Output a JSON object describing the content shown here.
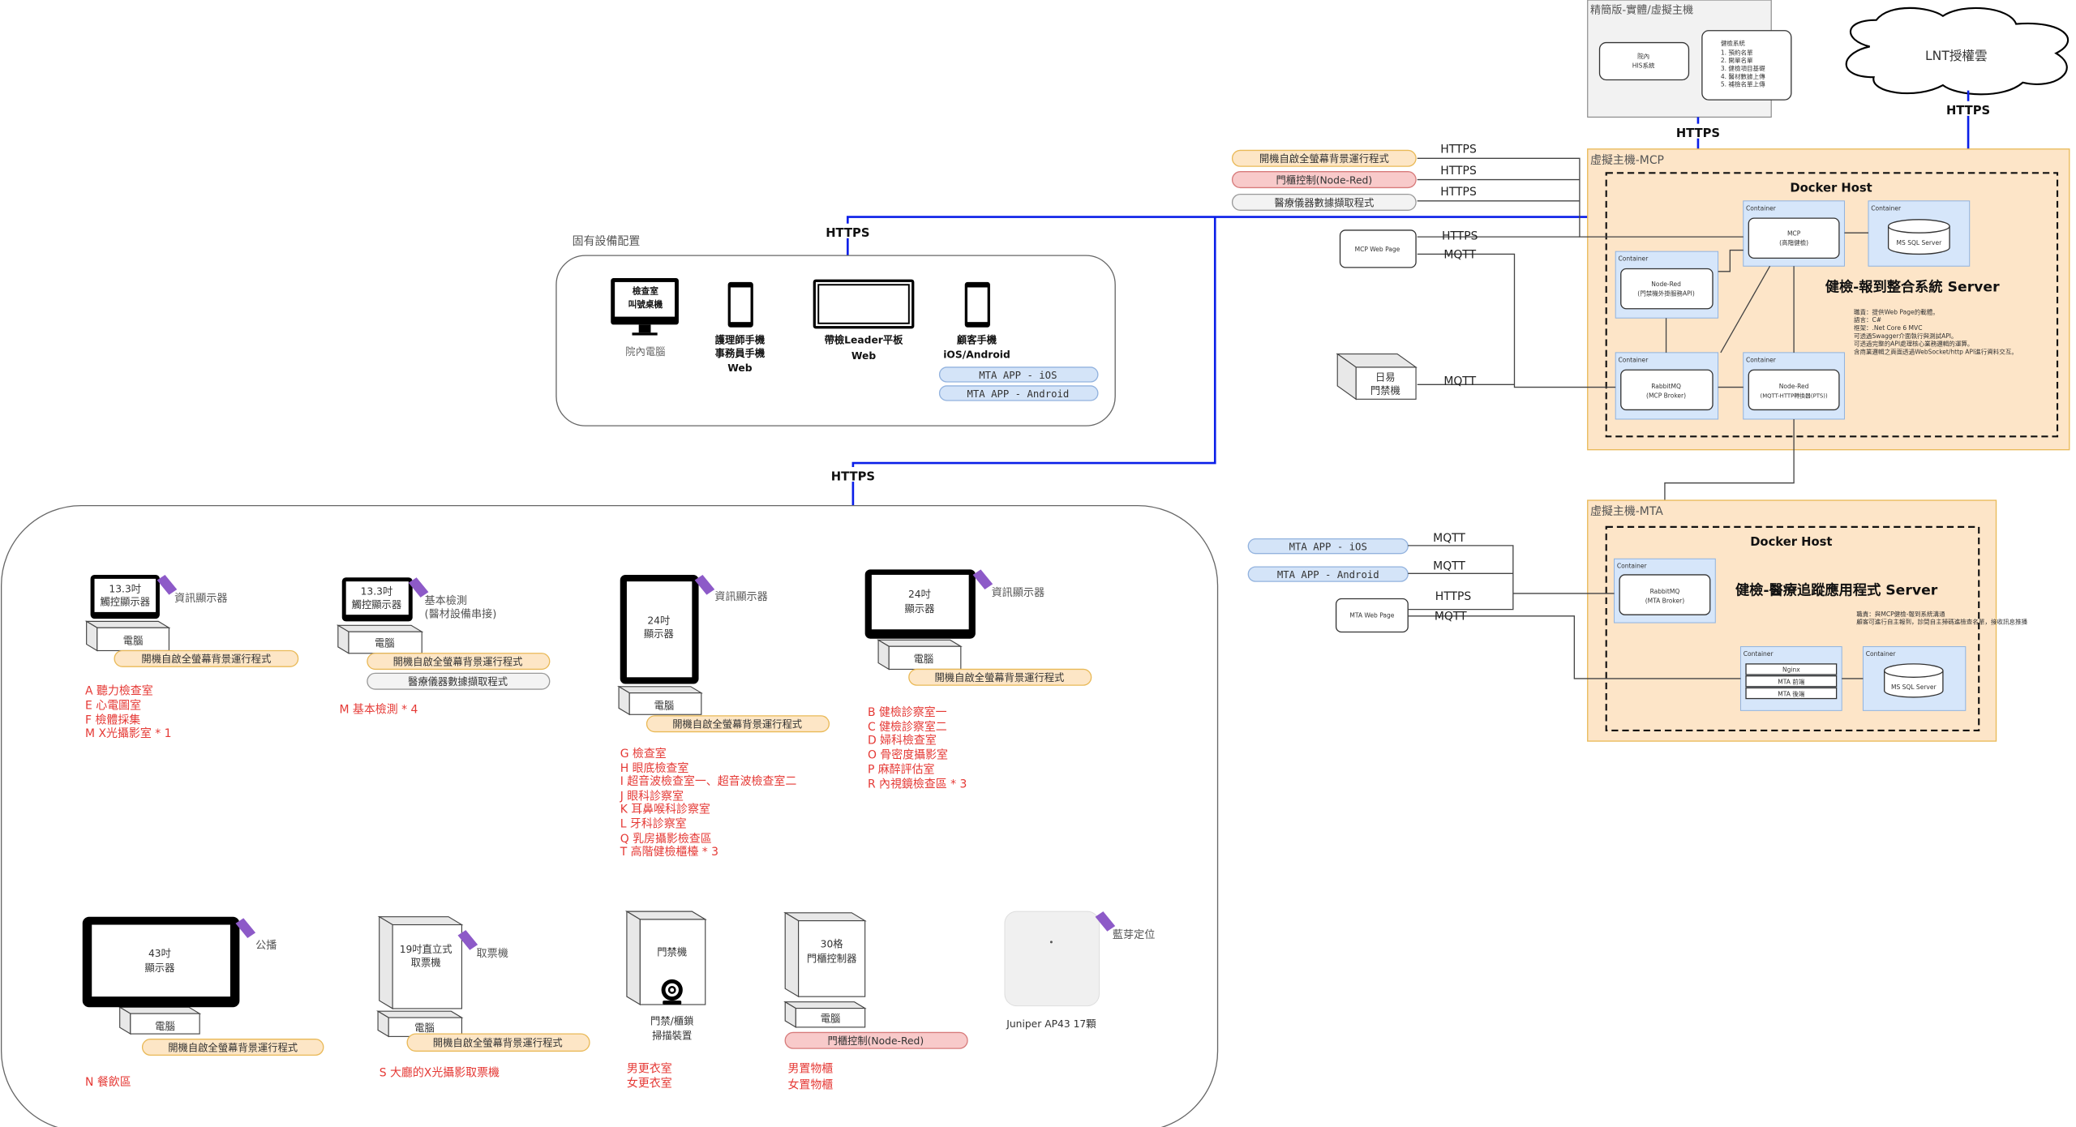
{
  "physical_host": {
    "title": "精簡版-實體/虛擬主機",
    "his": [
      "院內",
      "HIS系統"
    ],
    "health_system": [
      "健檢系統",
      "1. 預約名單",
      "2. 開單名單",
      "3. 健檢項目基礎",
      "4. 醫材數據上傳",
      "5. 補檢名單上傳"
    ],
    "protocol": "HTTPS"
  },
  "cloud": {
    "label": "LNT授權雲",
    "protocol": "HTTPS"
  },
  "mcp_host": {
    "title": "虛擬主機-MCP",
    "docker": "Docker Host",
    "container": "Container",
    "mcp": [
      "MCP",
      "(高階健檢)"
    ],
    "mssql": "MS SQL Server",
    "nodered_api": [
      "Node-Red",
      "(門禁機外掛服務API)"
    ],
    "rabbitmq": [
      "RabbitMQ",
      "(MCP Broker)"
    ],
    "nodered_pts": [
      "Node-Red",
      "(MQTT-HTTP轉換器(PTS))"
    ],
    "server_title": "健檢-報到整合系統 Server",
    "bullets": [
      "職責：提供Web Page的載體。",
      "語言：C#",
      "框架：.Net Core 6 MVC",
      "可透過Swagger介面執行與測試API。",
      "可透過完整的API處理核心業務邏輯的運算。",
      "含商業邏輯之頁面透過WebSocket/http API進行資料交互。"
    ]
  },
  "mcp_clients": {
    "apps": [
      "開機自啟全螢幕背景運行程式",
      "門櫃控制(Node-Red)",
      "醫療儀器數據擷取程式"
    ],
    "app_protocols": [
      "HTTPS",
      "HTTPS",
      "HTTPS"
    ],
    "web_page": "MCP Web Page",
    "web_protocols": [
      "HTTPS",
      "MQTT"
    ],
    "door": [
      "日易",
      "門禁機"
    ],
    "door_protocol": "MQTT"
  },
  "mta_host": {
    "title": "虛擬主機-MTA",
    "docker": "Docker Host",
    "container": "Container",
    "rabbitmq": [
      "RabbitMQ",
      "(MTA Broker)"
    ],
    "server_title": "健檢-醫療追蹤應用程式 Server",
    "bullets": [
      "職責：與MCP健檢-報到系統溝通",
      "顧客可進行自主報到，診間自主掃碼進檢查名單，接收訊息推播"
    ],
    "nginx": [
      "Nginx",
      "MTA 前端",
      "MTA 後端"
    ],
    "mssql": "MS SQL Server"
  },
  "mta_clients": {
    "apps": [
      "MTA APP - iOS",
      "MTA APP - Android"
    ],
    "web_page": "MTA Web Page",
    "protocols": [
      "MQTT",
      "MQTT",
      "HTTPS",
      "MQTT"
    ]
  },
  "fixed_equipment": {
    "title": "固有設備配置",
    "protocol_top": "HTTPS",
    "protocol_bottom": "HTTPS",
    "desk": [
      "檢查室",
      "叫號桌機"
    ],
    "desk_label": "院內電腦",
    "nurse_phone": [
      "護理師手機",
      "事務員手機",
      "Web"
    ],
    "tablet": [
      "帶檢Leader平板",
      "Web"
    ],
    "customer_phone": [
      "顧客手機",
      "iOS/Android"
    ],
    "apps": [
      "MTA APP - iOS",
      "MTA APP - Android"
    ]
  },
  "devices": {
    "pc": "電腦",
    "autostart": "開機自啟全螢幕背景運行程式",
    "medical": "醫療儀器數據擷取程式",
    "locker_ctl": "門櫃控制(Node-Red)",
    "d1": {
      "screen": [
        "13.3吋",
        "觸控顯示器"
      ],
      "tag": "資訊顯示器",
      "rooms": [
        "A 聽力檢查室",
        "E 心電圖室",
        "F 檢體採集",
        "M X光攝影室 * 1"
      ]
    },
    "d2": {
      "screen": [
        "13.3吋",
        "觸控顯示器"
      ],
      "tag": [
        "基本檢測",
        "(醫材設備串接)"
      ],
      "rooms": [
        "M 基本檢測 * 4"
      ]
    },
    "d3": {
      "screen": [
        "24吋",
        "顯示器"
      ],
      "tag": "資訊顯示器",
      "rooms": [
        "G 檢查室",
        "H 眼底檢查室",
        "I 超音波檢查室一、超音波檢查室二",
        "J 眼科診察室",
        "K 耳鼻喉科診察室",
        "L 牙科診察室",
        "Q 乳房攝影檢查區",
        "T 高階健檢櫃檯 * 3"
      ]
    },
    "d4": {
      "screen": [
        "24吋",
        "顯示器"
      ],
      "tag": "資訊顯示器",
      "rooms": [
        "B 健檢診察室一",
        "C 健檢診察室二",
        "D 婦科檢查室",
        "O 骨密度攝影室",
        "P 麻醉評估室",
        "R 內視鏡檢查區 * 3"
      ]
    },
    "d5": {
      "screen": [
        "43吋",
        "顯示器"
      ],
      "tag": "公播",
      "rooms": [
        "N 餐飲區"
      ]
    },
    "d6": {
      "screen": [
        "19吋直立式",
        "取票機"
      ],
      "tag": "取票機",
      "rooms": [
        "S 大廳的X光攝影取票機"
      ]
    },
    "d7": {
      "screen": "門禁機",
      "label": [
        "門禁/櫃鎖",
        "掃描裝置"
      ],
      "rooms": [
        "男更衣室",
        "女更衣室"
      ]
    },
    "d8": {
      "screen": [
        "30格",
        "門櫃控制器"
      ],
      "rooms": [
        "男置物櫃",
        "女置物櫃"
      ]
    },
    "d9": {
      "tag": "藍芽定位",
      "label": "Juniper AP43 17顆"
    }
  },
  "colors": {
    "link_https": "#0a1ee8",
    "host_bg": "#fde5c8",
    "container_bg": "#d6e6fa",
    "tag": "#8d5ac8",
    "room_text": "#e53935"
  }
}
